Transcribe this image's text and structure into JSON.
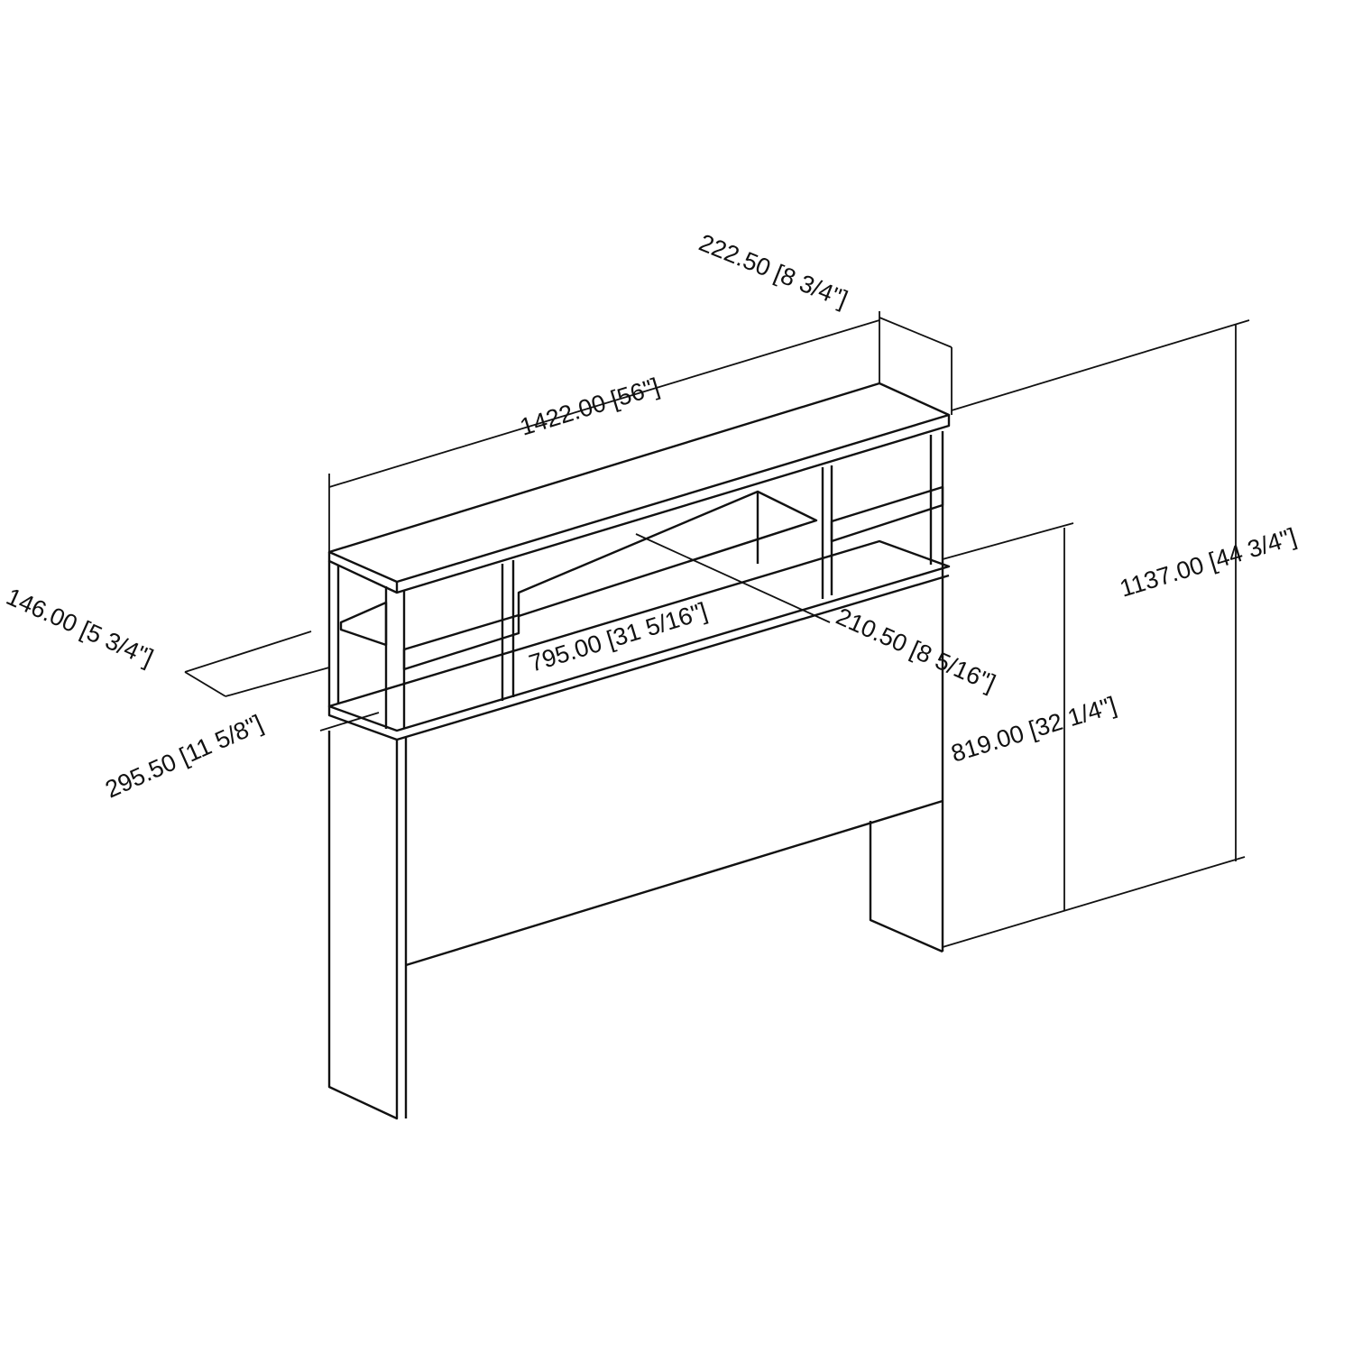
{
  "dimensions": {
    "depth_top": "222.50 [8 3/4\"]",
    "width": "1422.00 [56\"]",
    "total_height": "1137.00 [44 3/4\"]",
    "shelf_height": "146.00 [5 3/4\"]",
    "center_width": "795.00 [31 5/16\"]",
    "center_depth": "210.50 [8 5/16\"]",
    "panel_height": "819.00 [32 1/4\"]",
    "side_height": "295.50 [11 5/8\"]"
  }
}
